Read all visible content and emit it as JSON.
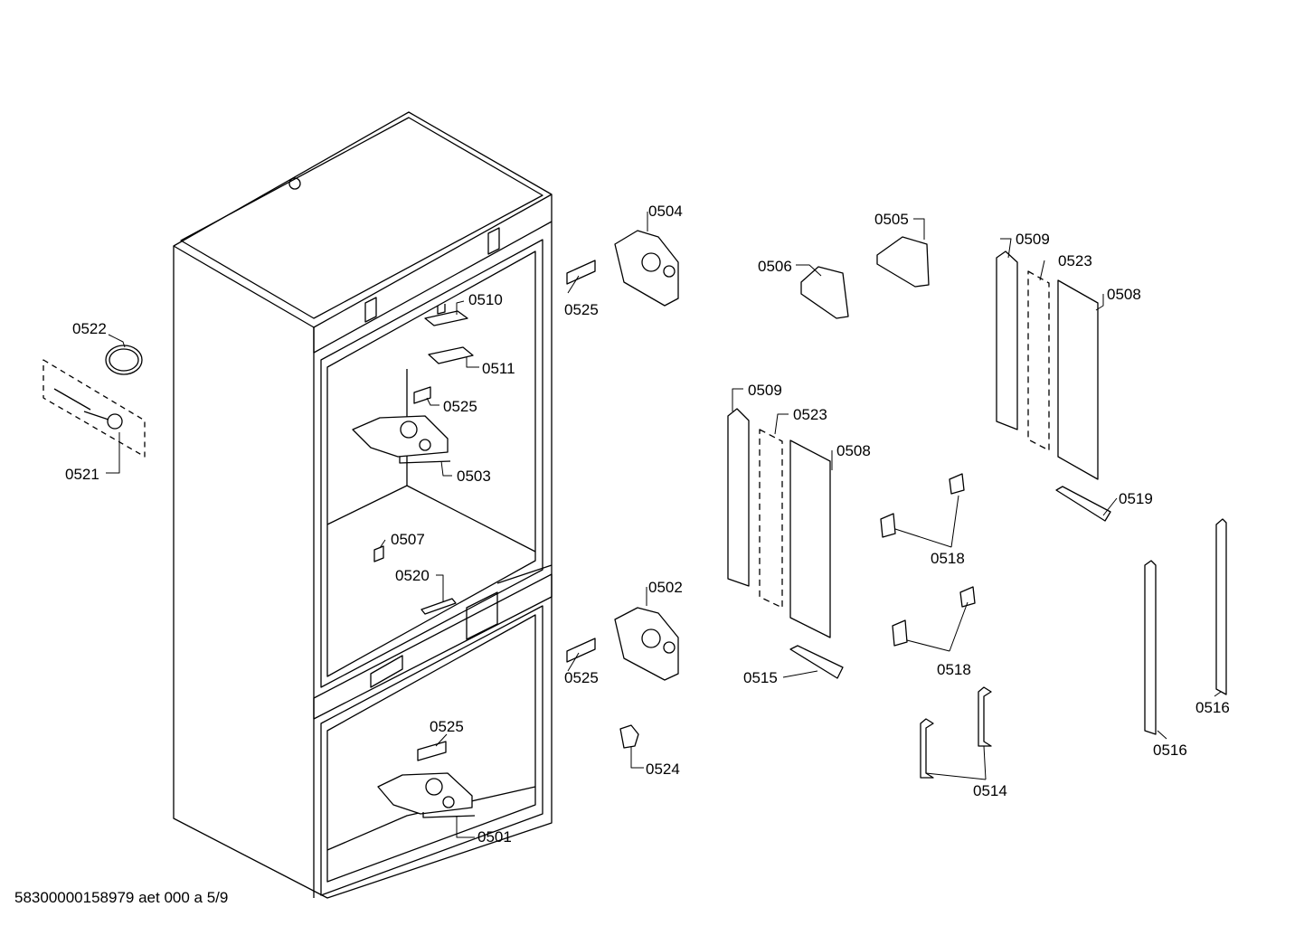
{
  "diagram": {
    "part_labels": {
      "p0504": "0504",
      "p0505": "0505",
      "p0506": "0506",
      "p0509a": "0509",
      "p0523a": "0523",
      "p0508a": "0508",
      "p0510": "0510",
      "p0525a": "0525",
      "p0522": "0522",
      "p0511": "0511",
      "p0525b": "0525",
      "p0509b": "0509",
      "p0523b": "0523",
      "p0508b": "0508",
      "p0503": "0503",
      "p0521": "0521",
      "p0519": "0519",
      "p0507": "0507",
      "p0518a": "0518",
      "p0520": "0520",
      "p0502": "0502",
      "p0525c": "0525",
      "p0515": "0515",
      "p0518b": "0518",
      "p0516a": "0516",
      "p0525d": "0525",
      "p0516b": "0516",
      "p0524": "0524",
      "p0514": "0514",
      "p0501": "0501"
    },
    "document_id": "58300000158979 aet 000 a 5/9",
    "line_color": "#000000"
  }
}
